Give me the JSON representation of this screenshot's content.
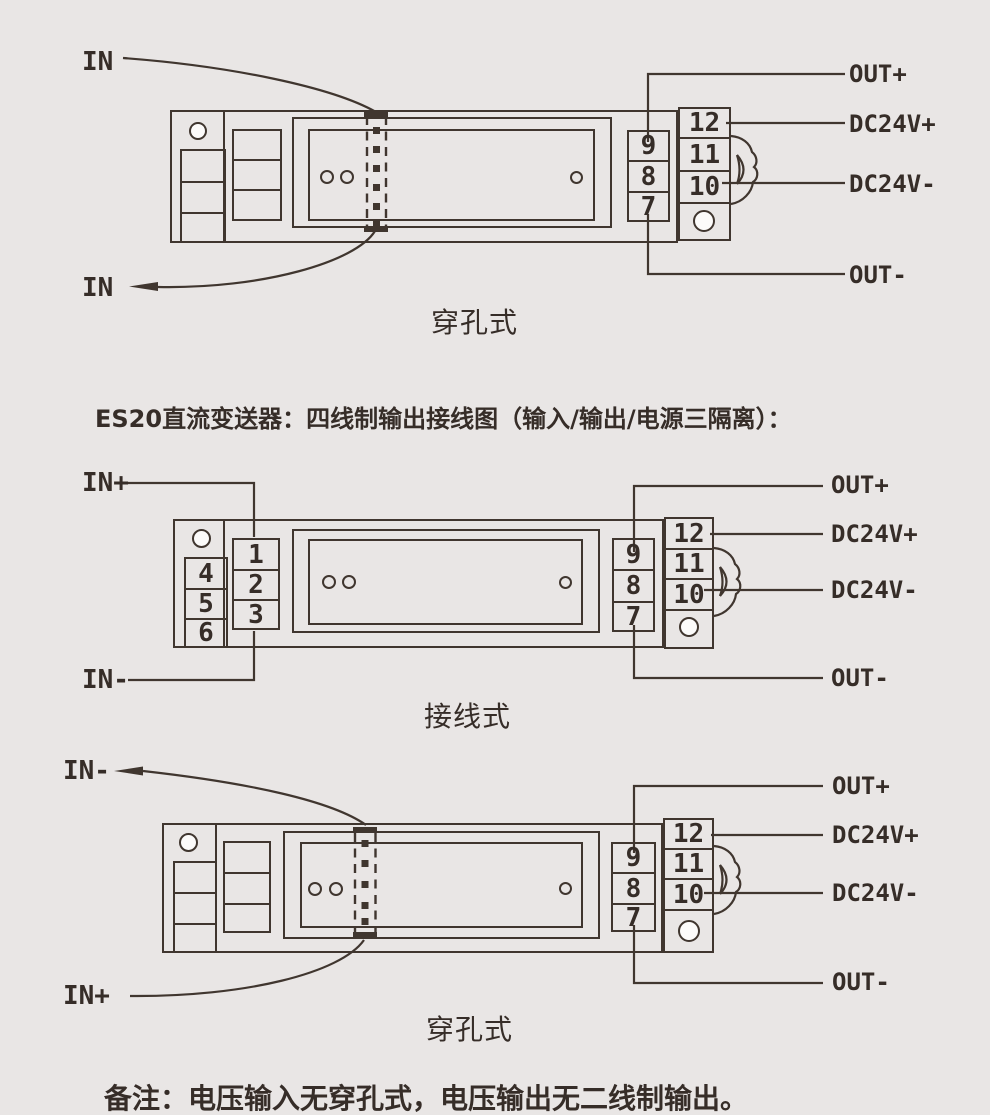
{
  "colors": {
    "background": "#e9e6e5",
    "line": "#40362f",
    "text": "#362d28",
    "circle_fill": "#fcfbfa"
  },
  "title": "ES20直流变送器：四线制输出接线图（输入/输出/电源三隔离）：",
  "note": "备注：电压输入无穿孔式，电压输出无二线制输出。",
  "diagrams": [
    {
      "caption": "穿孔式",
      "input_top": "IN",
      "input_bottom": "IN",
      "out_plus": "OUT+",
      "power_plus": "DC24V+",
      "power_minus": "DC24V-",
      "out_minus": "OUT-",
      "signal_terminals": [
        "9",
        "8",
        "7"
      ],
      "power_terminals": [
        "12",
        "11",
        "10"
      ]
    },
    {
      "caption": "接线式",
      "input_top": "IN+",
      "input_bottom": "IN-",
      "out_plus": "OUT+",
      "power_plus": "DC24V+",
      "power_minus": "DC24V-",
      "out_minus": "OUT-",
      "input_terminals": [
        "1",
        "2",
        "3"
      ],
      "aux_terminals": [
        "4",
        "5",
        "6"
      ],
      "signal_terminals": [
        "9",
        "8",
        "7"
      ],
      "power_terminals": [
        "12",
        "11",
        "10"
      ]
    },
    {
      "caption": "穿孔式",
      "input_top": "IN-",
      "input_bottom": "IN+",
      "out_plus": "OUT+",
      "power_plus": "DC24V+",
      "power_minus": "DC24V-",
      "out_minus": "OUT-",
      "signal_terminals": [
        "9",
        "8",
        "7"
      ],
      "power_terminals": [
        "12",
        "11",
        "10"
      ]
    }
  ]
}
